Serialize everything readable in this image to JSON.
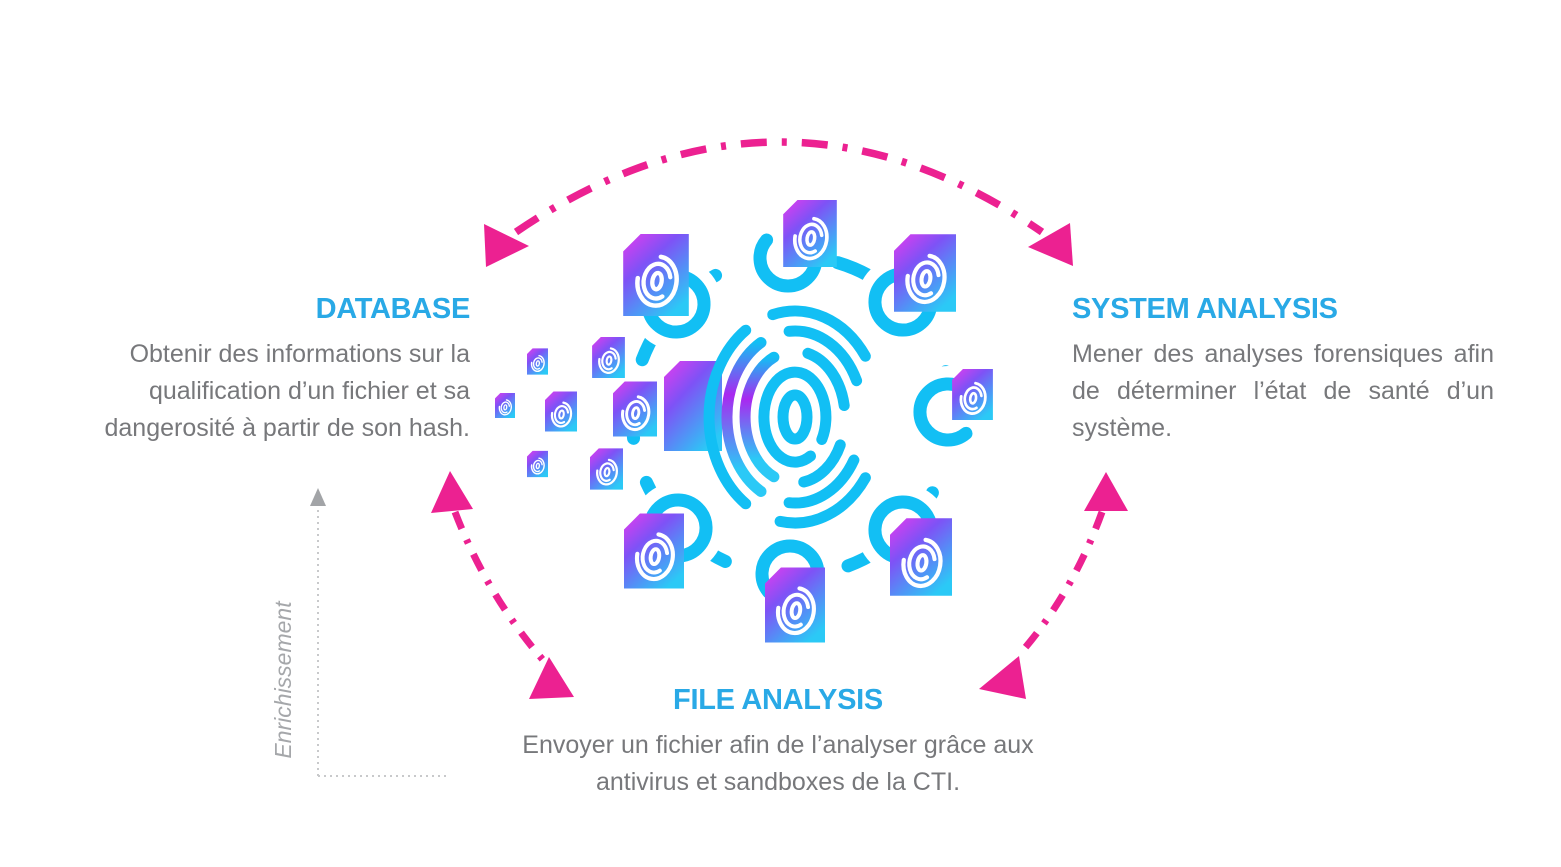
{
  "sections": {
    "database": {
      "heading": "DATABASE",
      "description": "Obtenir des informations sur la qualification d’un fichier et sa dangerosité à partir de son hash."
    },
    "system_analysis": {
      "heading": "SYSTEM ANALYSIS",
      "description": "Mener des analyses forensiques afin de déterminer l’état de santé d’un système."
    },
    "file_analysis": {
      "heading": "FILE ANALYSIS",
      "description": "Envoyer un fichier afin de l’analyser grâce aux antivirus et sandboxes de la CTI."
    }
  },
  "axis": {
    "label": "Enrichissement"
  },
  "colors": {
    "heading_blue": "#29A9E6",
    "body_gray": "#77787B",
    "arrow_pink": "#EC2191",
    "icon_cyan": "#12BFF4",
    "icon_purple": "#A928F0",
    "icon_magenta": "#E53BEE",
    "axis_gray": "#A8AAAD"
  },
  "icons": {
    "center": "fingerprint-scan-icon",
    "ring_files": "file-fingerprint-icon",
    "cycle_arrows": "cycle-arrow",
    "enrichment": "up-arrow-axis"
  }
}
